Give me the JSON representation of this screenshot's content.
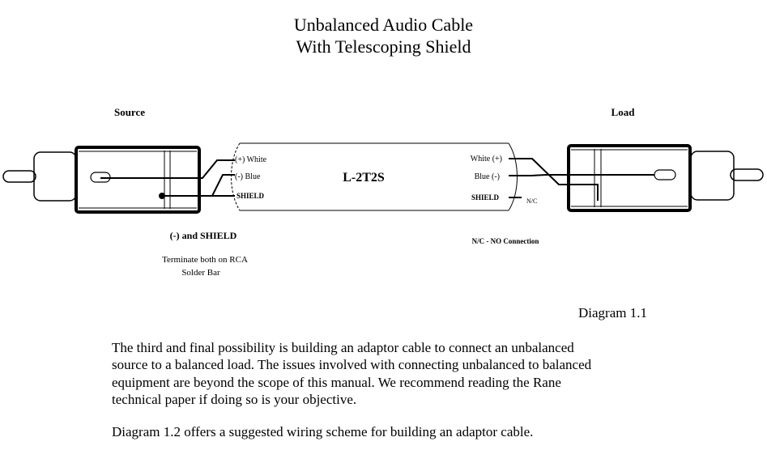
{
  "title": {
    "line1": "Unbalanced Audio Cable",
    "line2": "With Telescoping Shield"
  },
  "diagram": {
    "source_label": "Source",
    "load_label": "Load",
    "cable_label": "L-2T2S",
    "left_wires": {
      "white": "(+) White",
      "blue": "(-) Blue",
      "shield": "SHIELD"
    },
    "right_wires": {
      "white": "White (+)",
      "blue": "Blue (-)",
      "shield": "SHIELD"
    },
    "nc_tag": "N/C",
    "source_note": "(-) and SHIELD",
    "source_note2_line1": "Terminate both on RCA",
    "source_note2_line2": "Solder Bar",
    "load_note": "N/C - NO Connection"
  },
  "caption": "Diagram 1.1",
  "paragraph1": [
    "The third and final possibility is building an adaptor cable to connect an unbalanced",
    "source to a balanced load.   The issues involved with connecting unbalanced to balanced",
    "equipment are beyond the scope of this manual.  We recommend reading the Rane",
    "technical paper if doing so is your objective."
  ],
  "paragraph2": "Diagram 1.2 offers a suggested wiring scheme for building an adaptor cable."
}
